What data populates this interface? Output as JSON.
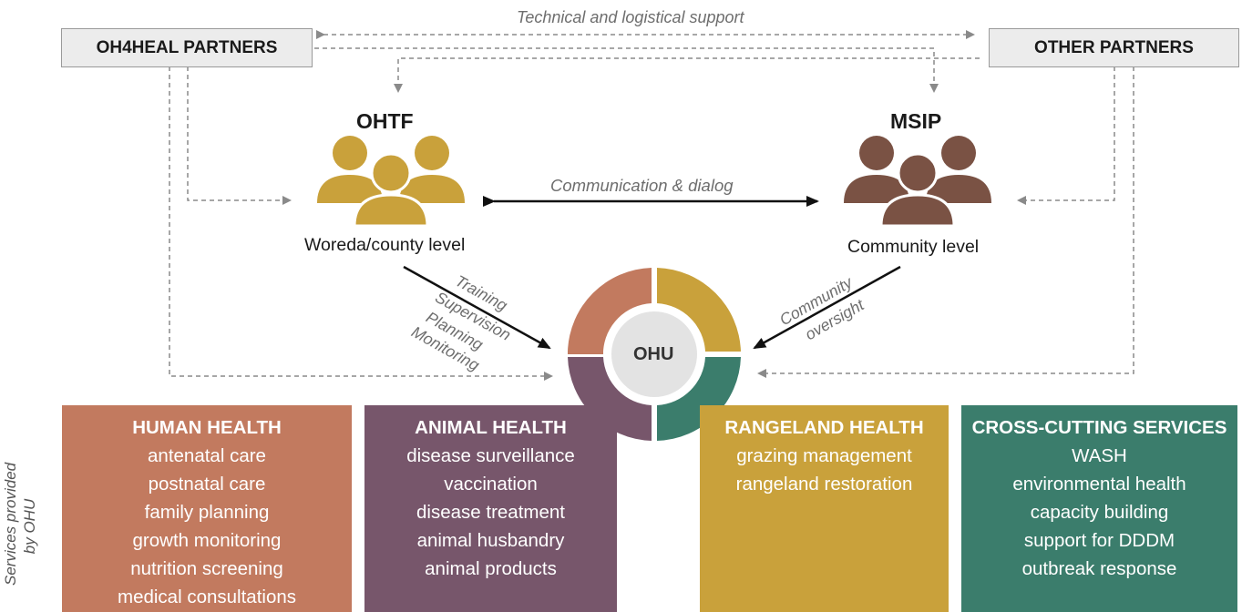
{
  "partners": {
    "left": "OH4HEAL PARTNERS",
    "right": "OTHER PARTNERS",
    "support_label": "Technical and logistical support"
  },
  "ohtf": {
    "title": "OHTF",
    "level": "Woreda/county level",
    "color": "#c9a13b"
  },
  "msip": {
    "title": "MSIP",
    "level": "Community level",
    "color": "#7a5244"
  },
  "communication_label": "Communication & dialog",
  "ohtf_roles": [
    "Training",
    "Supervision",
    "Planning",
    "Monitoring"
  ],
  "community_oversight": [
    "Community",
    "oversight"
  ],
  "ohu": {
    "label": "OHU"
  },
  "services_side_label": [
    "Services provided",
    "by OHU"
  ],
  "services": [
    {
      "title": "HUMAN HEALTH",
      "color": "#c27a5f",
      "items": [
        "antenatal care",
        "postnatal care",
        "family planning",
        "growth monitoring",
        "nutrition screening",
        "medical consultations"
      ]
    },
    {
      "title": "ANIMAL HEALTH",
      "color": "#77566b",
      "items": [
        "disease surveillance",
        "vaccination",
        "disease treatment",
        "animal husbandry",
        "animal products"
      ]
    },
    {
      "title": "RANGELAND HEALTH",
      "color": "#c9a13b",
      "items": [
        "grazing management",
        "rangeland restoration"
      ]
    },
    {
      "title": "CROSS-CUTTING SERVICES",
      "color": "#3b7d6c",
      "items": [
        "WASH",
        "environmental health",
        "capacity building",
        "support for DDDM",
        "outbreak response"
      ]
    }
  ]
}
